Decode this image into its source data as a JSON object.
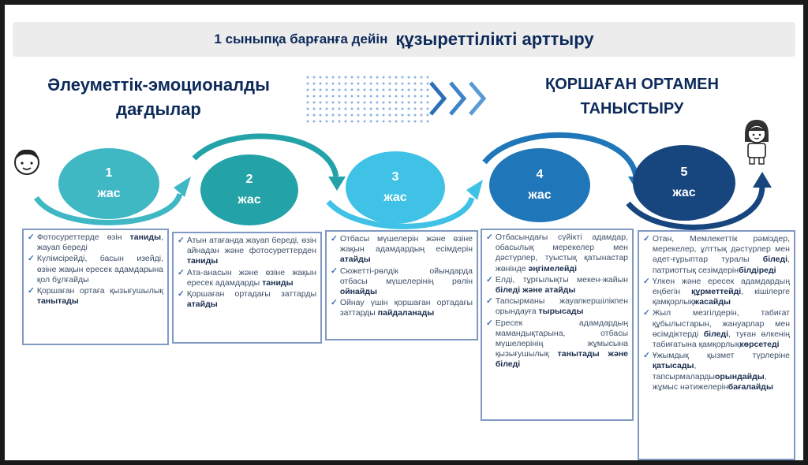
{
  "title": {
    "part1": "1 сыныпқа барғанға дейін",
    "part2": "құзыреттілікті арттыру"
  },
  "heading_left": {
    "line1": "Әлеуметтік-эмоционалды",
    "line2": "дағдылар"
  },
  "heading_right": {
    "line1": "ҚОРШАҒАН ОРТАМЕН",
    "line2": "ТАНЫСТЫРУ"
  },
  "stages": [
    {
      "num": "1",
      "label": "жас",
      "color": "#3fb8c4"
    },
    {
      "num": "2",
      "label": "жас",
      "color": "#23a3a8"
    },
    {
      "num": "3",
      "label": "жас",
      "color": "#40c2e6"
    },
    {
      "num": "4",
      "label": "жас",
      "color": "#1f76b8"
    },
    {
      "num": "5",
      "label": "жас",
      "color": "#17467e"
    }
  ],
  "icons": {
    "left": "child-boy-icon",
    "right": "child-girl-icon"
  },
  "boxes": [
    {
      "items": [
        {
          "p": "Фотосуреттерде өзін",
          "b": "таниды",
          "s": ", жауап береді"
        },
        {
          "p": "Күлімсірейді, басын изейді, өзіне жақын ересек адамдарына қол бұлғайды",
          "b": "",
          "s": ""
        },
        {
          "p": "Қоршаған ортаға қызығушылық",
          "b": "танытады",
          "s": ""
        }
      ]
    },
    {
      "items": [
        {
          "p": "Атын атағанда жауап береді, өзін айнадан және фотосуреттерден",
          "b": "таниды",
          "s": ""
        },
        {
          "p": "Ата-анасын және өзіне жақын ересек адамдарды",
          "b": "таниды",
          "s": ""
        },
        {
          "p": "Қоршаған ортадағы заттарды",
          "b": "атайды",
          "s": ""
        }
      ]
    },
    {
      "items": [
        {
          "p": "Отбасы мүшелерін және өзіне жақын адамдардың есімдерін",
          "b": "атайды",
          "s": ""
        },
        {
          "p": "Сюжетті-рөлдік ойындарда отбасы мүшелерінің рөлін",
          "b": "ойнайды",
          "s": ""
        },
        {
          "p": "Ойнау үшін қоршаған ортадағы заттарды",
          "b": "пайдаланады",
          "s": ""
        }
      ]
    },
    {
      "items": [
        {
          "p": "Отбасындағы сүйікті адамдар, обасылық мерекелер мен дәстүрлер, туыстық қатынастар жөнінде",
          "b": "әңгімелейді",
          "s": ""
        },
        {
          "p": "Елді, тұрғылықты мекен-жайын",
          "b": "біледі және атайды",
          "s": ""
        },
        {
          "p": "Тапсырманы жауапкершілікпен орындауға",
          "b": "тырысады",
          "s": ""
        },
        {
          "p": "Ересек адамдардың мамандықтарына, отбасы мүшелерінің жұмысына қызығушылық",
          "b": "танытады және біледі",
          "s": ""
        }
      ]
    },
    {
      "items": [
        {
          "p": "Отан, Мемлекеттік рәміздер, мерекелер, ұлттық дәстүрлер мен әдет-ғұрыптар туралы",
          "b": "біледі",
          "s": ", патриоттық сезімдерін",
          "b2": "білдіреді"
        },
        {
          "p": "Үлкен және ересек адамдардың еңбегін",
          "b": "құрметтейді",
          "s": ", кішілерге қамқорлық",
          "b2": "жасайды"
        },
        {
          "p": "Жыл мезгілдерін, табиғат құбылыстарын, жануарлар мен өсімдіктерді",
          "b": "біледі",
          "s": ", туған өлкенің табиғатына қамқорлық",
          "b2": "көрсетеді"
        },
        {
          "p": "Ұжымдық қызмет түрлеріне",
          "b": "қатысады",
          "s": ", тапсырмаларды",
          "b2": "орындайды",
          "s2": ", жұмыс нәтижелерін",
          "b3": "бағалайды"
        }
      ]
    }
  ]
}
